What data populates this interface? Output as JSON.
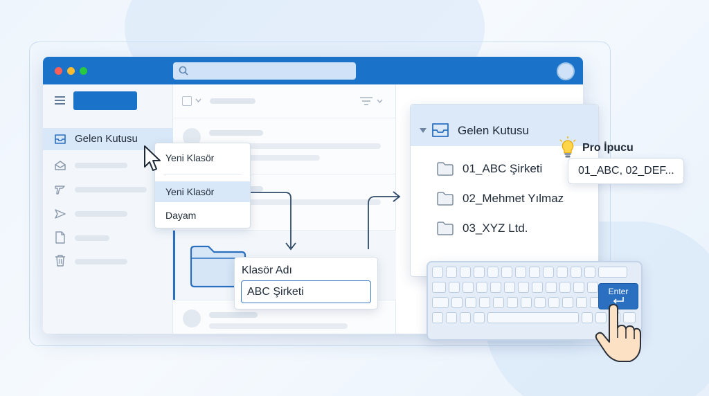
{
  "sidebar": {
    "inbox_label": "Gelen Kutusu",
    "icons": [
      "inbox-icon",
      "envelope-open-icon",
      "tag-icon",
      "send-icon",
      "document-icon",
      "trash-icon"
    ]
  },
  "context_menu": {
    "items": [
      {
        "label": "Yeni Klasör"
      },
      {
        "label": "Yeni Klasör"
      },
      {
        "label": "Dayam"
      }
    ]
  },
  "folder_name_dialog": {
    "label": "Klasör Adı",
    "value": "ABC Şirketi"
  },
  "folder_tree": {
    "root": "Gelen Kutusu",
    "folders": [
      "01_ABC Şirketi",
      "02_Mehmet Yılmaz",
      "03_XYZ Ltd."
    ]
  },
  "pro_tip": {
    "title": "Pro İpucu",
    "text": "01_ABC, 02_DEF..."
  },
  "keyboard": {
    "enter_label": "Enter"
  },
  "colors": {
    "accent": "#1a73c8",
    "selection": "#dbe9f8"
  }
}
